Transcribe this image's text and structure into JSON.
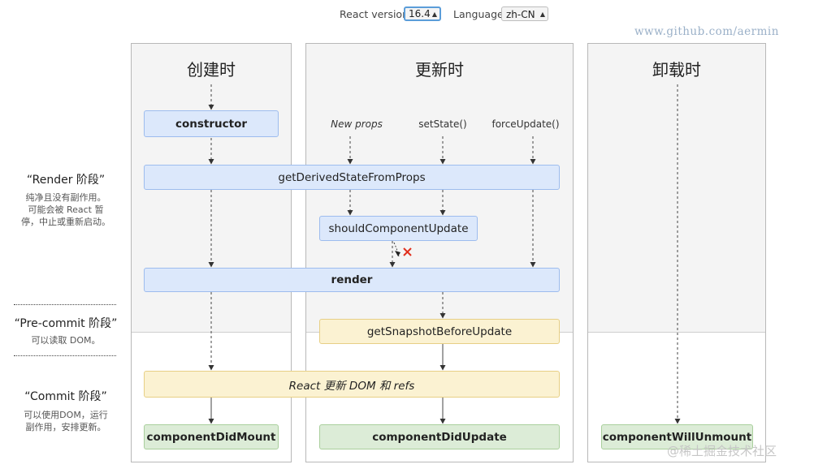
{
  "controls": {
    "react_version_label": "React version",
    "react_version_value": "16.4",
    "language_label": "Language",
    "language_value": "zh-CN"
  },
  "watermark_top": "www.github.com/aermin",
  "watermark_bottom": "@稀土掘金技术社区",
  "columns": {
    "mount": "创建时",
    "update": "更新时",
    "unmount": "卸载时"
  },
  "triggers": {
    "new_props": "New props",
    "set_state": "setState()",
    "force_update": "forceUpdate()"
  },
  "methods": {
    "constructor": "constructor",
    "get_derived_state": "getDerivedStateFromProps",
    "should_update": "shouldComponentUpdate",
    "render": "render",
    "get_snapshot": "getSnapshotBeforeUpdate",
    "update_dom": "React 更新 DOM 和 refs",
    "did_mount": "componentDidMount",
    "did_update": "componentDidUpdate",
    "will_unmount": "componentWillUnmount"
  },
  "phases": {
    "render": {
      "title": "“Render 阶段”",
      "desc": [
        "纯净且没有副作用。",
        "可能会被 React 暂",
        "停，中止或重新启动。"
      ]
    },
    "precommit": {
      "title": "“Pre-commit 阶段”",
      "desc": [
        "可以读取 DOM。"
      ]
    },
    "commit": {
      "title": "“Commit 阶段”",
      "desc": [
        "可以使用DOM，运行",
        "副作用，安排更新。"
      ]
    }
  },
  "colors": {
    "render_box": "#dce8fb",
    "commit_box": "#fbf2d2",
    "lifecycle_box": "#dcecd7",
    "cancel_mark": "#e0301e"
  }
}
